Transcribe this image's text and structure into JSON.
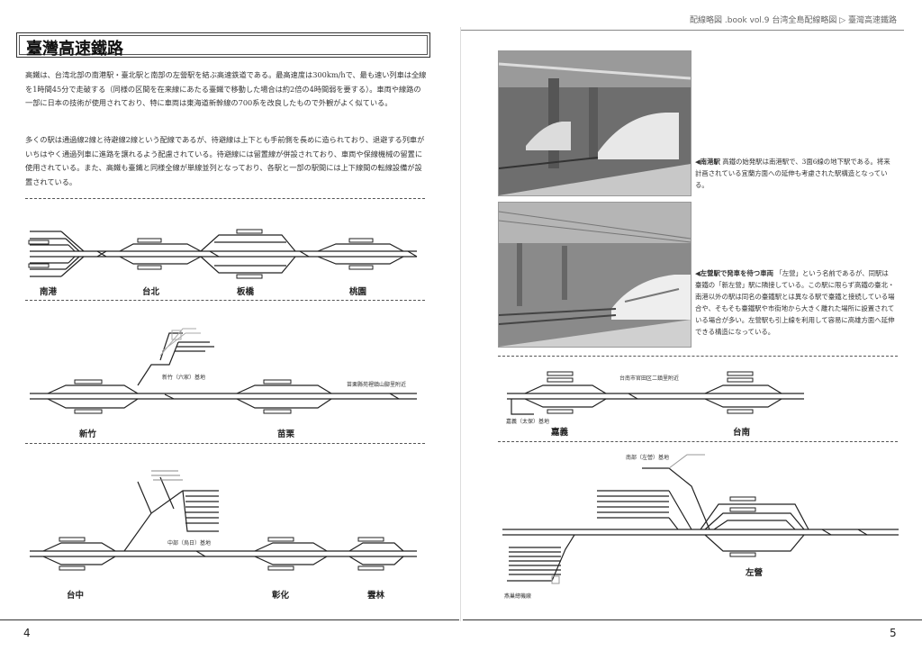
{
  "header": {
    "running_title": "配線略図 .book vol.9 台湾全島配線略図 ▷ 臺灣高速鐵路"
  },
  "title": "臺灣高速鐵路",
  "paragraphs": [
    "高鐵は、台湾北部の南港駅・臺北駅と南部の左營駅を結ぶ高速鉄道である。最高速度は300km/hで、最も速い列車は全線を1時間45分で走破する（同様の区間を在来線にあたる臺鐵で移動した場合は約2倍の4時間弱を要する）。車両や線路の一部に日本の技術が使用されており、特に車両は東海道新幹線の700系を改良したもので外観がよく似ている。",
    "多くの駅は通過線2線と待避線2線という配線であるが、待避線は上下とも手前側を長めに造られており、退避する列車がいちはやく通過列車に進路を譲れるよう配慮されている。待避線には留置線が併設されており、車両や保線機械の留置に使用されている。また、高鐵も臺鐵と同様全線が単線並列となっており、各駅と一部の駅間には上下線間の転線設備が設置されている。"
  ],
  "captions": {
    "photo1_title": "◀南港駅",
    "photo1_text": "高鐵の始発駅は南港駅で、3面6線の地下駅である。将来計画されている宜蘭方面への延伸も考慮された駅構造となっている。",
    "photo2_title": "◀左營駅で発車を待つ車両",
    "photo2_text": "「左營」という名前であるが、同駅は臺鐵の「新左營」駅に隣接している。この駅に限らず高鐵の臺北・南港以外の駅は同名の臺鐵駅とは異なる駅で臺鐵と接続している場合や、そもそも臺鐵駅や市街地から大きく離れた場所に設置されている場合が多い。左營駅も引上線を利用して容易に高雄方面へ延伸できる構造になっている。"
  },
  "stations": {
    "nangang": "南港",
    "taipei": "台北",
    "banqiao": "板橋",
    "taoyuan": "桃園",
    "hsinchu": "新竹",
    "miaoli": "苗栗",
    "taichung": "台中",
    "changhua": "彰化",
    "yunlin": "雲林",
    "chiayi": "嘉義",
    "tainan": "台南",
    "zuoying": "左營"
  },
  "depots": {
    "liujia": "新竹（六家）基地",
    "miaoli_note": "苗栗縣苑裡鎮山腳里附近",
    "wuri": "中部（烏日）基地",
    "tainan_note": "台南市官田区二鎮里附近",
    "chiayi_taibao": "嘉義（太保）基地",
    "zuoying_depot": "南部（左營）基地",
    "yanpu": "燕巢總機廠"
  },
  "page_numbers": {
    "left": "4",
    "right": "5"
  }
}
